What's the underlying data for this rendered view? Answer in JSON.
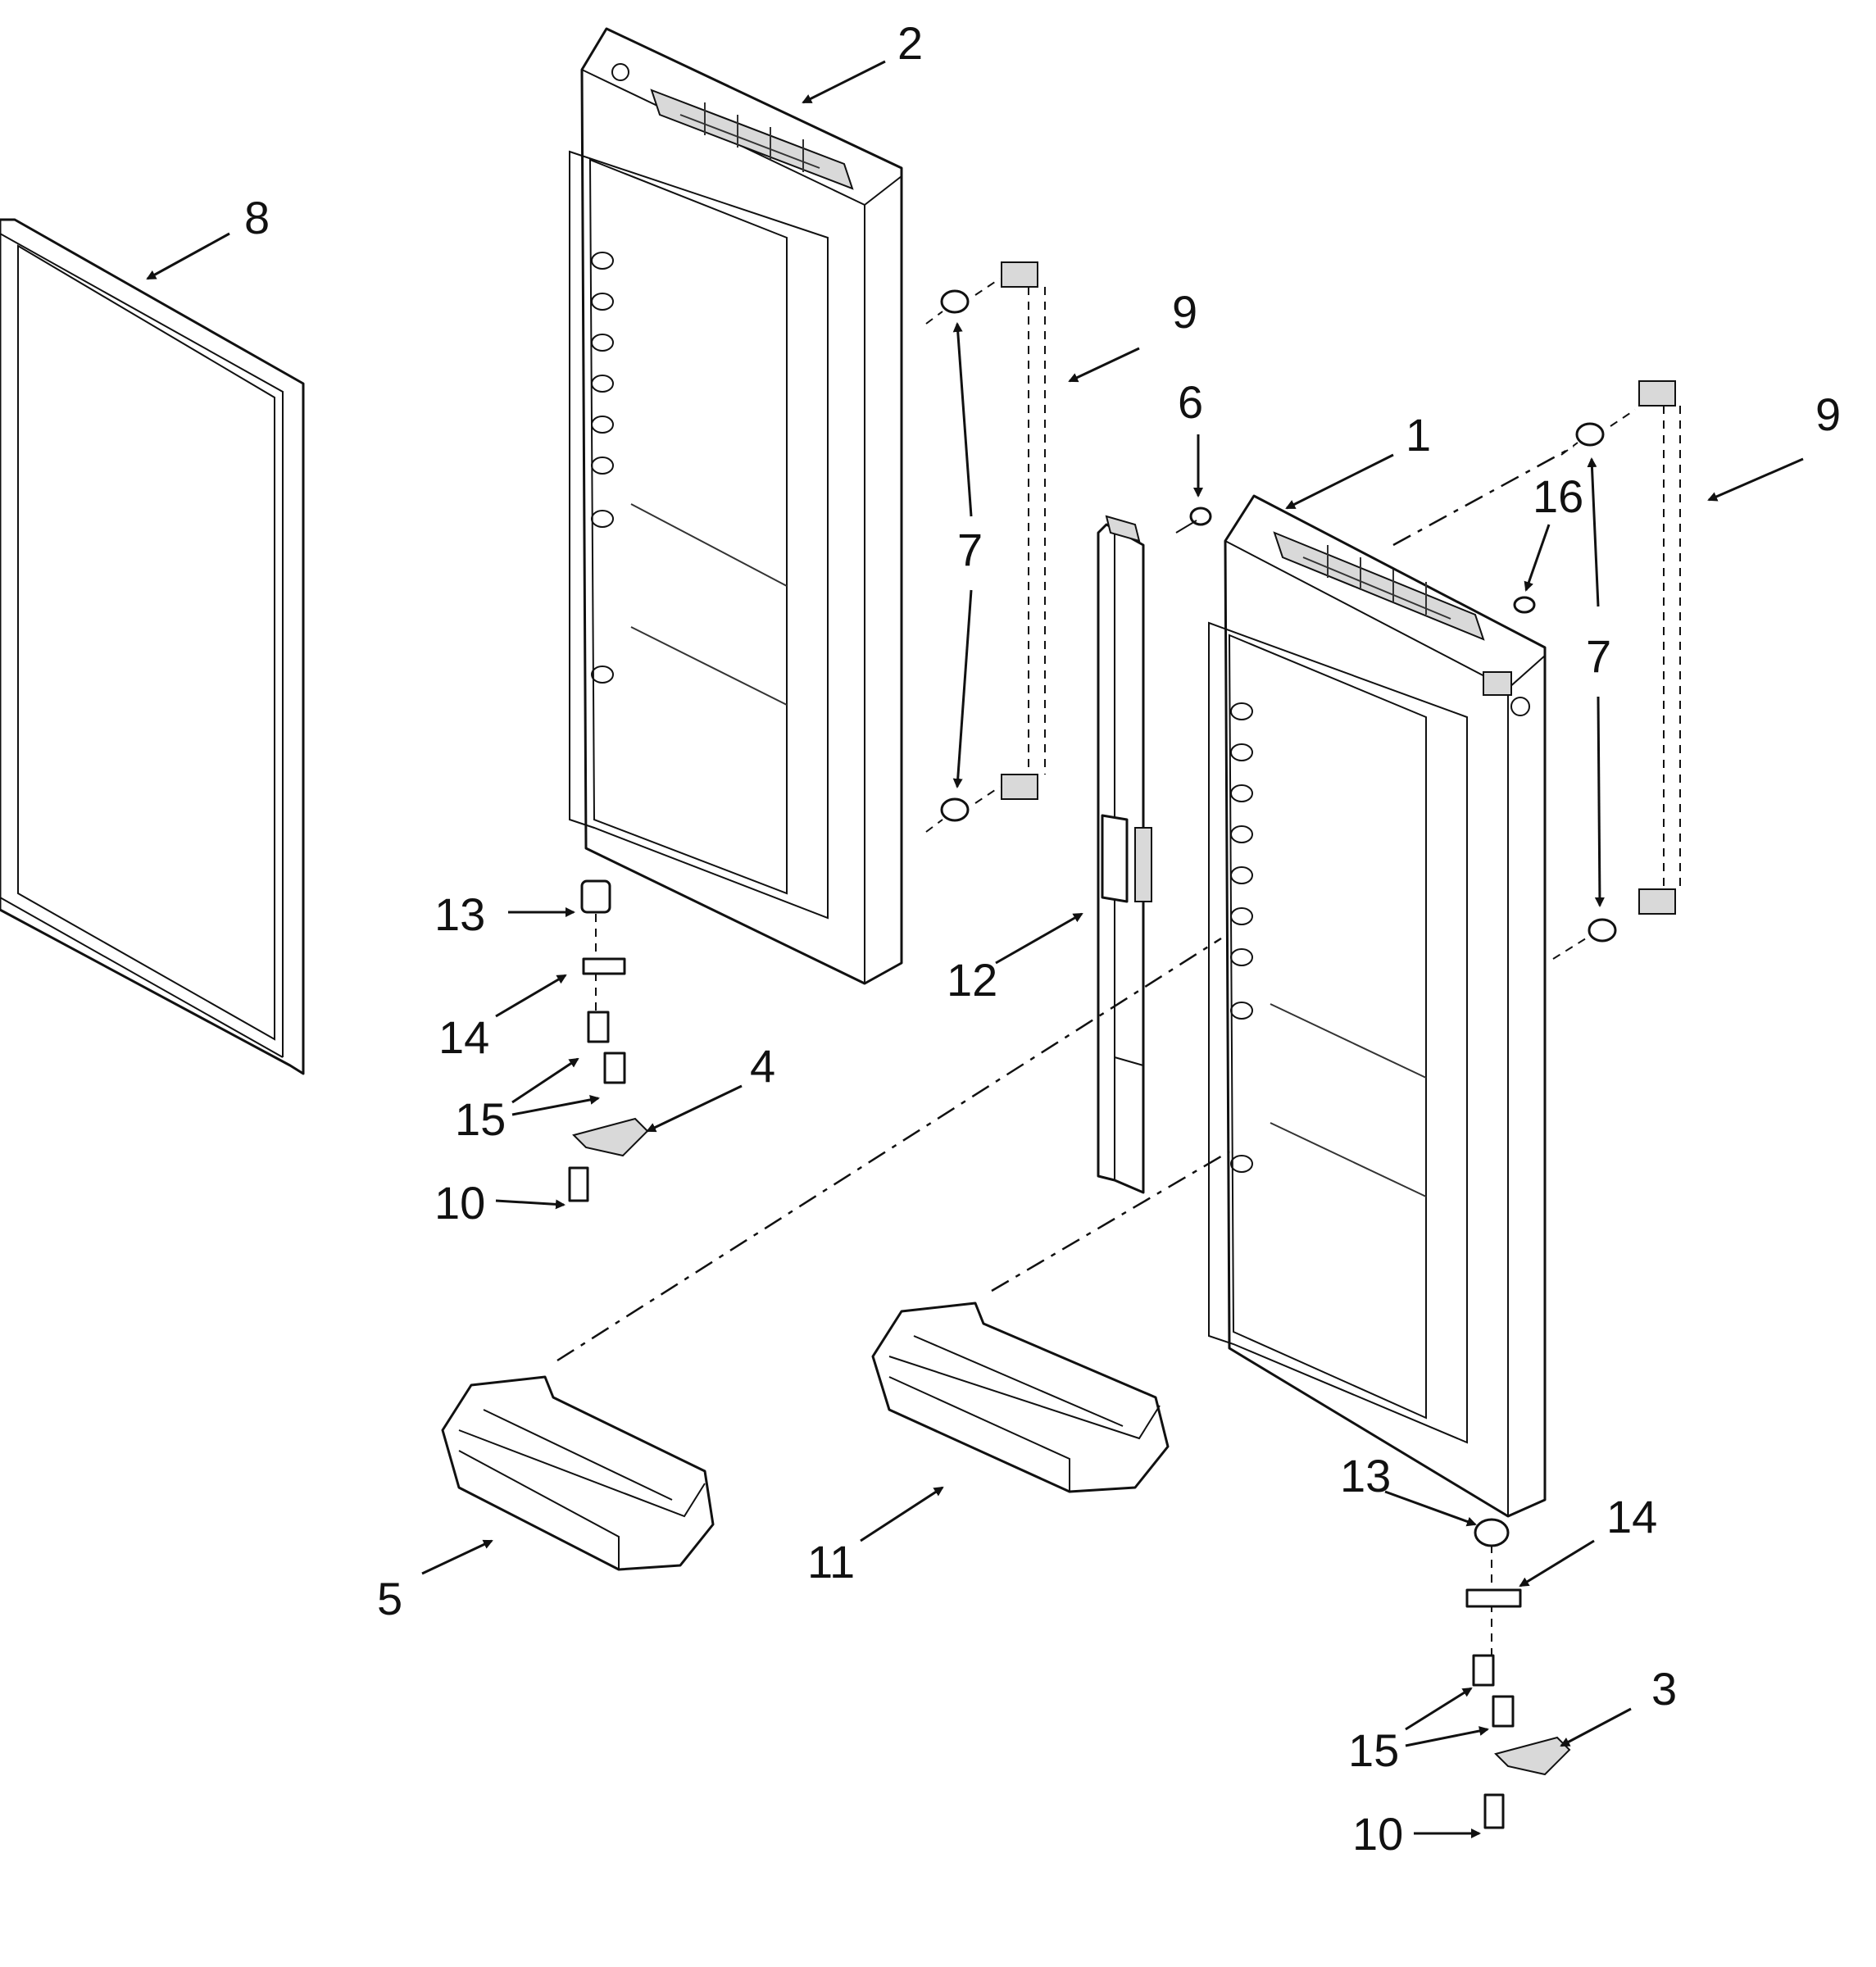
{
  "callouts": {
    "c1": "1",
    "c2": "2",
    "c3": "3",
    "c4": "4",
    "c5": "5",
    "c6": "6",
    "c7_left": "7",
    "c7_right": "7",
    "c8": "8",
    "c9_left": "9",
    "c9_right": "9",
    "c10_left": "10",
    "c10_right": "10",
    "c11": "11",
    "c12": "12",
    "c13_left": "13",
    "c13_right": "13",
    "c14_left": "14",
    "c14_right": "14",
    "c15_left": "15",
    "c15_right": "15",
    "c16": "16"
  },
  "parts": [
    "door-gasket",
    "left-door",
    "right-door",
    "door-bin",
    "door-bin",
    "door-closure-rod",
    "mullion-flip",
    "hinge",
    "hinge-pin",
    "shim",
    "screw",
    "bushing"
  ]
}
